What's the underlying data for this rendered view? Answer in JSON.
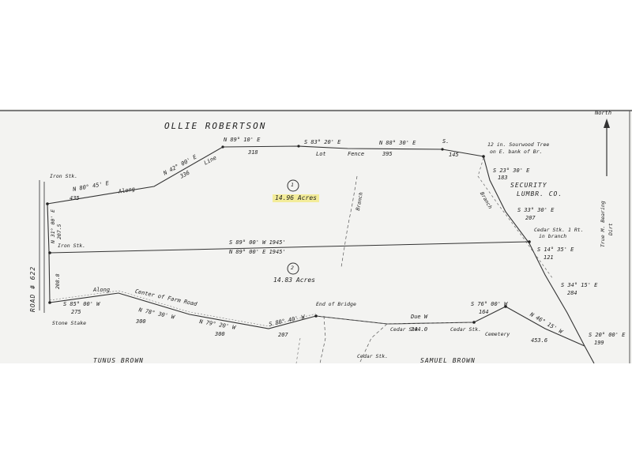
{
  "map": {
    "north": "North",
    "parcels": [
      {
        "number": "1",
        "area": "14.96 Acres"
      },
      {
        "number": "2",
        "area": "14.83 Acres"
      }
    ],
    "owners": {
      "north": "OLLIE ROBERTSON",
      "east_line1": "SECURITY",
      "east_line2": "LUMBR. CO.",
      "southwest": "TUNUS BROWN",
      "southeast": "SAMUEL BROWN"
    },
    "road": "ROAD # 622",
    "north_line_calls": [
      {
        "bearing": "N 80° 45' E",
        "distance": "435",
        "note": "Along"
      },
      {
        "bearing": "N 42° 00' E",
        "distance": "336",
        "note": "Line"
      },
      {
        "bearing": "N 89° 10' E",
        "distance": "318"
      },
      {
        "bearing": "S 83° 20' E",
        "distance": "",
        "note": "Lot"
      },
      {
        "bearing": "N 88° 30' E",
        "distance": "395",
        "note": "Fence"
      },
      {
        "bearing": "S.",
        "distance": "145"
      }
    ],
    "east_line_calls": [
      {
        "bearing": "S 23° 30' E",
        "distance": "183"
      },
      {
        "bearing": "S 33° 30' E",
        "distance": "207"
      },
      {
        "bearing": "S 14° 35' E",
        "distance": "121"
      },
      {
        "bearing": "S 34° 15' E",
        "distance": "284"
      },
      {
        "bearing": "S 20° 00' E",
        "distance": "199"
      }
    ],
    "division_line": {
      "upper": "S 89° 00' W 1945'",
      "lower": "N 89° 00' E 1945'"
    },
    "south_line_calls": [
      {
        "bearing": "S 85° 00' W",
        "distance": "275"
      },
      {
        "bearing": "N 78° 30' W",
        "distance": "300"
      },
      {
        "bearing": "N 79° 20' W",
        "distance": "300"
      },
      {
        "bearing": "S 80° 40' W",
        "distance": "207"
      },
      {
        "bearing": "Due W",
        "distance": "344.0"
      },
      {
        "bearing": "S 76° 00' W",
        "distance": "164"
      },
      {
        "bearing": "N 46° 15' W",
        "distance": "453.6"
      }
    ],
    "notes": {
      "road_bearing": "N 31° 00' E",
      "road_distance1": "207.5",
      "road_distance2": "208.8",
      "iron_stk_west": "Iron Stk.",
      "iron_stk_mid": "Iron Stk.",
      "stone_stake": "Stone Stake",
      "sourwood": "12 in. Sourwood Tree",
      "sourwood2": "on E. bank of Br.",
      "cedar_branch": "Cedar Stk. 1 Rt.",
      "cedar_branch2": "in branch",
      "along_center": "Along",
      "center_road": "Center of Farm Road",
      "end_bridge": "End of Bridge",
      "cedar1": "Cedar Stk.",
      "cedar2": "Cedar Stk.",
      "cedar3": "Cedar Stk.",
      "cemetery": "Cemetery",
      "branch1": "Branch",
      "branch2": "Branch",
      "true_bearing": "True M. Bearing",
      "true_bearing2": "Dirt"
    }
  }
}
